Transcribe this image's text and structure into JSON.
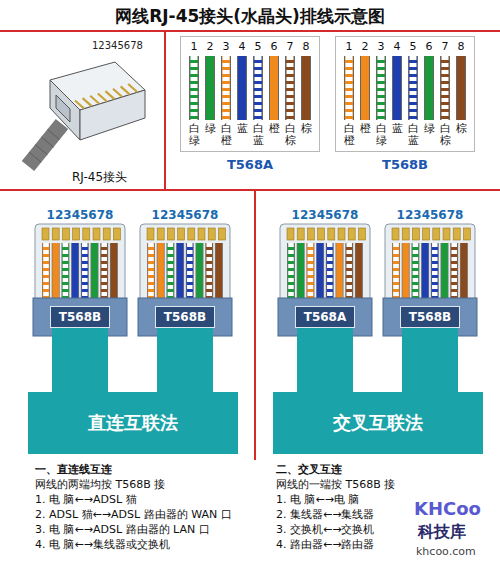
{
  "diagram": {
    "title": "网线RJ-45接头(水晶头)排线示意图",
    "nodes": [
      {
        "text": [
          "T568A"
        ]
      },
      {
        "text": [
          "T568B"
        ]
      },
      {
        "text": [
          "T568B"
        ]
      },
      {
        "text": [
          "T568B"
        ]
      },
      {
        "text": [
          "直连互联法"
        ]
      },
      {
        "text": [
          "T568A"
        ]
      },
      {
        "text": [
          "T568B"
        ]
      },
      {
        "text": [
          "交叉互联法"
        ]
      }
    ],
    "edges": [
      {
        "from": 2,
        "to": 4,
        "arrow": "none"
      },
      {
        "from": 3,
        "to": 4,
        "arrow": "none"
      },
      {
        "from": 5,
        "to": 7,
        "arrow": "none"
      },
      {
        "from": 6,
        "to": 7,
        "arrow": "none"
      }
    ],
    "labels": [
      "12345678",
      "RJ-45接头",
      "1",
      "2",
      "3",
      "4",
      "5",
      "6",
      "7",
      "8",
      "白绿",
      "绿",
      "白橙",
      "蓝",
      "白蓝",
      "橙",
      "白棕",
      "棕",
      "1",
      "2",
      "3",
      "4",
      "5",
      "6",
      "7",
      "8",
      "白橙",
      "橙",
      "白绿",
      "蓝",
      "白蓝",
      "绿",
      "白棕",
      "棕",
      "12345678",
      "12345678",
      "12345678",
      "12345678",
      "一、直连线互连",
      "网线的两端均按 T568B 接",
      "1. 电 脑←→ADSL 猫",
      "2. ADSL 猫←→ADSL 路由器的 WAN 口",
      "3. 电 脑←→ADSL 路由器的 LAN 口",
      "4. 电 脑←→集线器或交换机",
      "二、交叉互连",
      "网线的一端按 T568B 接",
      "1. 电 脑←→电 脑",
      "2. 集线器←→集线器",
      "3. 交换机←→交换机",
      "4. 路由器←→路由器",
      "KHCoo",
      "科技库",
      "khcoo.com"
    ]
  }
}
